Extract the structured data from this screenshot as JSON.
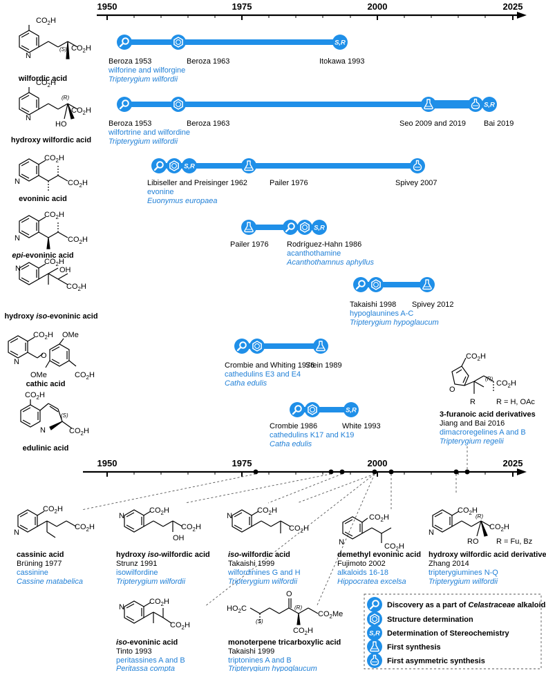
{
  "axis_years": [
    "1950",
    "1975",
    "2000",
    "2025"
  ],
  "colors": {
    "blue": "#1f8fe8",
    "blue_text": "#1f7fd6",
    "black": "#000000",
    "dash": "#555555"
  },
  "compounds": [
    {
      "name": "wilfordic acid",
      "stereo": "(S)",
      "group": "CO2H",
      "events": [
        {
          "lines": [
            "Beroza 1953",
            "wilforine and wilforgine"
          ],
          "italic": "Tripterygium wilfordii"
        },
        {
          "lines": [
            "Beroza 1963"
          ]
        },
        {
          "lines": [
            "Itokawa 1993"
          ]
        }
      ]
    },
    {
      "name": "hydroxy wilfordic acid",
      "stereo": "(R)",
      "oh": "HO",
      "events": [
        {
          "lines": [
            "Beroza 1953",
            "wilfortrine and wilfordine"
          ],
          "italic": "Tripterygium wilfordii"
        },
        {
          "lines": [
            "Beroza 1963"
          ]
        },
        {
          "lines": [
            "Seo 2009 and 2019"
          ]
        },
        {
          "lines": [
            "Bai 2019"
          ]
        }
      ]
    },
    {
      "name": "evoninic acid",
      "events": [
        {
          "lines": [
            "Libiseller and Preisinger 1962",
            "evonine"
          ],
          "italic": "Euonymus europaea"
        },
        {
          "lines": [
            "Pailer 1976"
          ]
        },
        {
          "lines": [
            "Spivey 2007"
          ]
        }
      ]
    },
    {
      "name": "epi-evoninic acid",
      "prefix": "epi",
      "events": [
        {
          "lines": [
            "Pailer 1976"
          ]
        },
        {
          "lines": [
            "Rodríguez-Hahn 1986",
            "acanthothamine"
          ],
          "italic": "Acanthothamnus aphyllus"
        }
      ]
    },
    {
      "name": "hydroxy iso-evoninic acid",
      "events": [
        {
          "lines": [
            "Takaishi 1998",
            "hypoglaunines A-C"
          ],
          "italic": "Tripterygium hypoglaucum"
        },
        {
          "lines": [
            "Spivey 2012"
          ]
        }
      ]
    },
    {
      "name": "cathic acid",
      "ome": "OMe",
      "events": [
        {
          "lines": [
            "Crombie and Whiting 1976",
            "cathedulins E3 and E4"
          ],
          "italic": "Catha edulis"
        },
        {
          "lines": [
            "Stein 1989"
          ]
        }
      ]
    },
    {
      "name": "edulinic acid",
      "events": [
        {
          "lines": [
            "Crombie 1986",
            "cathedulins K17 and K19"
          ],
          "italic": "Catha edulis"
        },
        {
          "lines": [
            "White 1993"
          ]
        }
      ]
    }
  ],
  "furanoic": {
    "r_label": "R = H, OAc",
    "r": "R",
    "title": "3-furanoic acid derivatives",
    "line1": "Jiang and Bai 2016",
    "line2": "dimacroregelines A and B",
    "italic": "Tripterygium regelii"
  },
  "bottom_compounds": [
    {
      "name": "cassinic acid",
      "ref": "Brüning 1977",
      "alk": "cassinine",
      "src": "Cassine matabelica"
    },
    {
      "name": "hydroxy iso-wilfordic acid",
      "ref": "Strunz 1991",
      "alk": "isowilfordine",
      "src": "Tripterygium wilfordii",
      "oh": "OH"
    },
    {
      "name": "iso-wilfordic acid",
      "ref": "Takaishi 1999",
      "alk": "wilfordinines G and H",
      "src": "Tripterygium wilfordii"
    },
    {
      "name": "demethyl evoninic acid",
      "ref": "Fujimoto 2002",
      "alk": "alkaloids 16-18",
      "src": "Hippocratea excelsa"
    },
    {
      "name": "hydroxy wilfordic acid derivatives",
      "ref": "Zhang 2014",
      "alk": "tripterygiumines N-Q",
      "src": "Tripterygium wilfordii",
      "ro": "RO",
      "r_label": "R = Fu, Bz"
    },
    {
      "name": "iso-evoninic acid",
      "ref": "Tinto 1993",
      "alk": "peritassines A and B",
      "src": "Peritassa compta"
    },
    {
      "name": "monoterpene tricarboxylic acid",
      "ref": "Takaishi 1999",
      "alk": "triptonines A and B",
      "src": "Tripterygium hypoglaucum",
      "o": "O",
      "ester": "CO2Me",
      "ho2c": "HO2C",
      "s": "(S)",
      "r": "(R)"
    }
  ],
  "legend": {
    "items": [
      {
        "icon": "magnifier",
        "label_pre": "Discovery as a part of ",
        "label_it": "Celastraceae",
        "label_post": " alkaloids"
      },
      {
        "icon": "benzene",
        "label": "Structure determination"
      },
      {
        "icon": "SR",
        "label": "Determination of Stereochemistry"
      },
      {
        "icon": "flask",
        "label": "First synthesis"
      },
      {
        "icon": "flask-asym",
        "label": "First asymmetric synthesis"
      }
    ]
  },
  "badges": {
    "sr": "S,R",
    "co2h": "CO2H",
    "n": "N"
  }
}
